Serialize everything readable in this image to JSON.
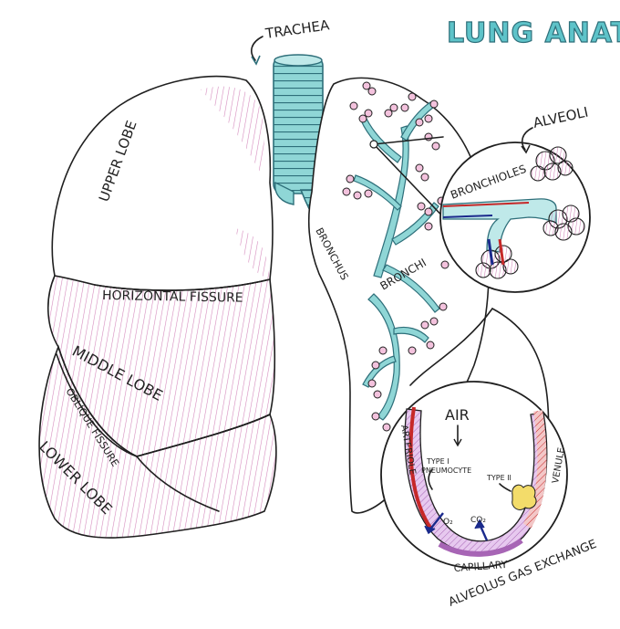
{
  "title": "LUNG ANATOMY",
  "labels": {
    "trachea": "TRACHEA",
    "upper_lobe": "UPPER LOBE",
    "horizontal_fissure": "HORIZONTAL FISSURE",
    "middle_lobe": "MIDDLE LOBE",
    "oblique_fissure": "OBLIQUE FISSURE",
    "lower_lobe": "LOWER LOBE",
    "bronchus": "BRONCHUS",
    "bronchi": "BRONCHI",
    "alveoli": "ALVEOLI",
    "bronchioles": "BRONCHIOLES",
    "air": "AIR",
    "type1": "TYPE I",
    "pneumocyte": "PNEUMOCYTE",
    "type2": "TYPE II",
    "arteriole": "ARTERIOLE",
    "venule": "VENULE",
    "o2": "O₂",
    "co2": "CO₂",
    "capillary": "CAPILLARY",
    "gas_exchange": "ALVEOLUS GAS EXCHANGE"
  },
  "colors": {
    "teal": "#8fd6d6",
    "teal_dark": "#2e6f7a",
    "pink": "#e6a9cf",
    "pink_fill": "#f6dcec",
    "artery_red": "#c62828",
    "vein_blue": "#1a2a8c",
    "yellow": "#f3dc6a",
    "purple": "#a765b5"
  }
}
